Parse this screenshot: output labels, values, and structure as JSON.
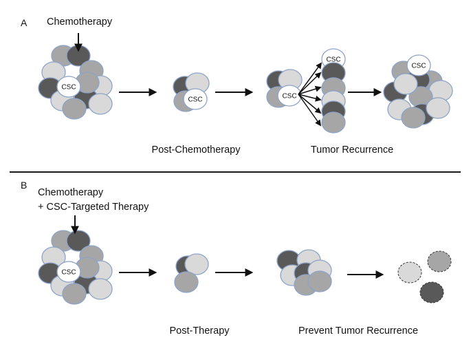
{
  "panel_a": {
    "letter": "A",
    "treatment": "Chemotherapy",
    "stage_post": "Post-Chemotherapy",
    "stage_recurrence": "Tumor Recurrence"
  },
  "panel_b": {
    "letter": "B",
    "treatment_line1": "Chemotherapy",
    "treatment_line2": "+ CSC-Targeted Therapy",
    "stage_post": "Post-Therapy",
    "stage_prevent": "Prevent Tumor Recurrence"
  },
  "cell_label": "CSC",
  "colors": {
    "dark": "#595959",
    "mid": "#a6a6a6",
    "light": "#d9d9d9",
    "csc_fill": "#ffffff",
    "cell_outline": "#8ea3c7",
    "arrow": "#111111"
  }
}
